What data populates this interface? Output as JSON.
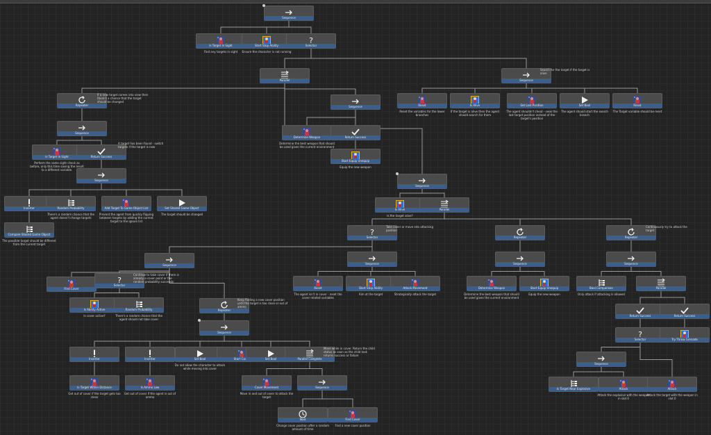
{
  "theme": {
    "wire": "#9a9a9a",
    "node": "#4b4b4b",
    "label_bg": "#3b5e8a",
    "text": "#e8e8e8"
  },
  "nodes": [
    {
      "id": "root",
      "label": "Sequence",
      "icon": "sequence-icon",
      "comment": ""
    },
    {
      "id": "n_sight",
      "label": "Is Target In Sight",
      "icon": "character-icon",
      "comment": "Find any targets in sight"
    },
    {
      "id": "n_startstop",
      "label": "Start Stop Ability",
      "icon": "ability-icon",
      "comment": "Ensure the character is not running"
    },
    {
      "id": "n_selector0",
      "label": "Selector",
      "icon": "selector-icon",
      "comment": ""
    },
    {
      "id": "n_parallel1",
      "label": "Parallel",
      "icon": "parallel-icon",
      "comment": ""
    },
    {
      "id": "n_seqR",
      "label": "Sequence",
      "icon": "sequence-icon",
      "comment": ""
    },
    {
      "id": "n_reset1",
      "label": "Reset",
      "icon": "character-icon",
      "comment": "Reset the variables for the lower branches"
    },
    {
      "id": "n_isalive",
      "label": "Is Alive",
      "icon": "ability-icon",
      "comment": "If the target is alive then the agent should search for them"
    },
    {
      "id": "n_setlast",
      "label": "Set Last Position",
      "icon": "character-icon",
      "comment": "The agent shouldn't cheat - seek the last target position instead of the target's position"
    },
    {
      "id": "n_setbool1",
      "label": "Set Bool",
      "icon": "play-icon",
      "comment": "The agent should start the search branch"
    },
    {
      "id": "n_reset2",
      "label": "Reset",
      "icon": "character-icon",
      "comment": "The Target variable should be reset"
    },
    {
      "id": "n_repeater1",
      "label": "Repeater",
      "icon": "repeat-icon",
      "comment": ""
    },
    {
      "id": "n_seq2",
      "label": "Sequence",
      "icon": "sequence-icon",
      "comment": ""
    },
    {
      "id": "n_sight2",
      "label": "Is Target In Sight",
      "icon": "character-icon",
      "comment": "Perform the same sight check as before, only this time saving the result to a different variable."
    },
    {
      "id": "n_retsucc1",
      "label": "Return Success",
      "icon": "check-icon",
      "comment": ""
    },
    {
      "id": "n_seq3",
      "label": "Sequence",
      "icon": "sequence-icon",
      "comment": ""
    },
    {
      "id": "n_inverter1",
      "label": "Inverter",
      "icon": "exclaim-icon",
      "comment": ""
    },
    {
      "id": "n_compare",
      "label": "Compare Shared Game Object",
      "icon": "tree-icon",
      "comment": "The possible target should be different from the current target"
    },
    {
      "id": "n_randprob1",
      "label": "Random Probability",
      "icon": "tree-icon",
      "comment": "There's a random chance that the agent doesn't change targets"
    },
    {
      "id": "n_addtarget",
      "label": "Add Target To Game Object List",
      "icon": "character-icon",
      "comment": "Prevent the agent from quickly flipping between targets by adding the current target to the ignore list"
    },
    {
      "id": "n_setshared",
      "label": "Set Shared Game Object",
      "icon": "play-icon",
      "comment": "The target should be changed"
    },
    {
      "id": "n_seq4",
      "label": "Sequence",
      "icon": "sequence-icon",
      "comment": ""
    },
    {
      "id": "n_determine1",
      "label": "Determine Weapon",
      "icon": "character-icon",
      "comment": "Determine the best weapon that should be used given the current environment"
    },
    {
      "id": "n_retsucc2",
      "label": "Return Success",
      "icon": "check-icon",
      "comment": ""
    },
    {
      "id": "n_startequip1",
      "label": "Start Equip Unequip",
      "icon": "ability-icon",
      "comment": "Equip the new weapon"
    },
    {
      "id": "n_seq5",
      "label": "Sequence",
      "icon": "sequence-icon",
      "comment": ""
    },
    {
      "id": "n_isalive2",
      "label": "Is Alive",
      "icon": "ability-icon",
      "comment": "Is the target alive?"
    },
    {
      "id": "n_parallel2",
      "label": "Parallel",
      "icon": "parallel-icon",
      "comment": ""
    },
    {
      "id": "n_selector1",
      "label": "Selector",
      "icon": "selector-icon",
      "comment": ""
    },
    {
      "id": "n_repeater2",
      "label": "Repeater",
      "icon": "repeat-icon",
      "comment": ""
    },
    {
      "id": "n_repeater3",
      "label": "Repeater",
      "icon": "repeat-icon",
      "comment": ""
    },
    {
      "id": "n_seq6",
      "label": "Sequence",
      "icon": "sequence-icon",
      "comment": ""
    },
    {
      "id": "n_seq7",
      "label": "Sequence",
      "icon": "sequence-icon",
      "comment": ""
    },
    {
      "id": "n_seq8",
      "label": "Sequence",
      "icon": "sequence-icon",
      "comment": ""
    },
    {
      "id": "n_seq9",
      "label": "Sequence",
      "icon": "sequence-icon",
      "comment": ""
    },
    {
      "id": "n_findcover",
      "label": "Find Cover",
      "icon": "character-icon",
      "comment": ""
    },
    {
      "id": "n_selector2",
      "label": "Selector",
      "icon": "selector-icon",
      "comment": ""
    },
    {
      "id": "n_isabil",
      "label": "Is Ability Active",
      "icon": "ability-icon",
      "comment": "Is cover active?"
    },
    {
      "id": "n_randprob2",
      "label": "Random Probability",
      "icon": "tree-icon",
      "comment": "There's a random chance that the agent should not take cover"
    },
    {
      "id": "n_repeater4",
      "label": "Repeater",
      "icon": "repeat-icon",
      "comment": ""
    },
    {
      "id": "n_seq10",
      "label": "Sequence",
      "icon": "sequence-icon",
      "comment": ""
    },
    {
      "id": "n_inverter2",
      "label": "Inverter",
      "icon": "exclaim-icon",
      "comment": ""
    },
    {
      "id": "n_inverter3",
      "label": "Inverter",
      "icon": "exclaim-icon",
      "comment": ""
    },
    {
      "id": "n_setbool2",
      "label": "Set Bool",
      "icon": "play-icon",
      "comment": "Do not allow the character to attack while moving into cover"
    },
    {
      "id": "n_startcover",
      "label": "Start Cover",
      "icon": "character-icon",
      "comment": ""
    },
    {
      "id": "n_setbool3",
      "label": "Set Bool",
      "icon": "play-icon",
      "comment": ""
    },
    {
      "id": "n_parcomplete",
      "label": "Parallel Complete",
      "icon": "parallel-icon",
      "comment": ""
    },
    {
      "id": "n_targetwithin",
      "label": "Is Target Within Distance",
      "icon": "character-icon",
      "comment": "Get out of cover if the target gets too close"
    },
    {
      "id": "n_isammo",
      "label": "Is Ammo Low",
      "icon": "character-icon",
      "comment": "Get out of cover if the agent is out of ammo"
    },
    {
      "id": "n_covermove",
      "label": "Cover Movement",
      "icon": "character-icon",
      "comment": "Move in and out of cover to attack the target"
    },
    {
      "id": "n_seq11",
      "label": "Sequence",
      "icon": "sequence-icon",
      "comment": ""
    },
    {
      "id": "n_wait",
      "label": "Wait",
      "icon": "clock-icon",
      "comment": "Change cover position after a random amount of time"
    },
    {
      "id": "n_findcover2",
      "label": "Find Cover",
      "icon": "character-icon",
      "comment": "Find a new cover position"
    },
    {
      "id": "n_reset3",
      "label": "Reset",
      "icon": "character-icon",
      "comment": "The agent isn't in cover - reset the cover related variables"
    },
    {
      "id": "n_startstop2",
      "label": "Start Stop Ability",
      "icon": "ability-icon",
      "comment": "Aim at the target"
    },
    {
      "id": "n_attackmove",
      "label": "Attack Movement",
      "icon": "character-icon",
      "comment": "Strategically attack the target"
    },
    {
      "id": "n_determine2",
      "label": "Determine Weapon",
      "icon": "character-icon",
      "comment": "Determine the best weapon that should be used given the current environment"
    },
    {
      "id": "n_startequip2",
      "label": "Start Equip Unequip",
      "icon": "ability-icon",
      "comment": "Equip the new weapon"
    },
    {
      "id": "n_boolcomp",
      "label": "Bool Comparison",
      "icon": "tree-icon",
      "comment": "Only attack if attacking is allowed"
    },
    {
      "id": "n_parallel3",
      "label": "Parallel",
      "icon": "parallel-icon",
      "comment": ""
    },
    {
      "id": "n_retsucc3",
      "label": "Return Success",
      "icon": "check-icon",
      "comment": ""
    },
    {
      "id": "n_retsucc4",
      "label": "Return Success",
      "icon": "check-icon",
      "comment": ""
    },
    {
      "id": "n_selector3",
      "label": "Selector",
      "icon": "selector-icon",
      "comment": ""
    },
    {
      "id": "n_trythrow",
      "label": "Try Throw Grenade",
      "icon": "ability-icon",
      "comment": ""
    },
    {
      "id": "n_seq12",
      "label": "Sequence",
      "icon": "sequence-icon",
      "comment": ""
    },
    {
      "id": "n_nearexplosive",
      "label": "Is Target Near Explosive",
      "icon": "tree-icon",
      "comment": ""
    },
    {
      "id": "n_attack1",
      "label": "Attack",
      "icon": "character-icon",
      "comment": "Attack the explosive with the weapon in slot 0"
    },
    {
      "id": "n_attack2",
      "label": "Attack",
      "icon": "character-icon",
      "comment": "Attack the target with the weapon in slot 0"
    }
  ],
  "side_notes": [
    {
      "id": "note_search",
      "text": "Search for the target if the target is alive"
    },
    {
      "id": "note_repeat1",
      "text": "If a new target comes into view then there's a chance that the target should be changed"
    },
    {
      "id": "note_found",
      "text": "A target has been found - switch targets if the target is new"
    },
    {
      "id": "note_takecover",
      "text": "Take cover or move into attacking position"
    },
    {
      "id": "note_continuous",
      "text": "Continuously try to attack the target"
    },
    {
      "id": "note_cont_cover",
      "text": "Continue to take cover if there is already a cover point or the random probability succeeds"
    },
    {
      "id": "note_keep",
      "text": "Keep finding a new cover position until the target is too close or out of ammo"
    },
    {
      "id": "note_move",
      "text": "Move while in cover. Return the child status as soon as the child task returns success or failure"
    }
  ]
}
